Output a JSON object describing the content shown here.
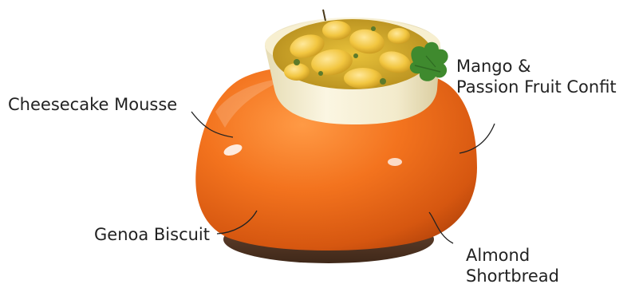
{
  "labels": {
    "cheesecake": "Cheesecake Mousse",
    "mango": [
      "Mango &",
      "Passion Fruit Confit"
    ],
    "genoa": "Genoa Biscuit",
    "almond": [
      "Almond",
      "Shortbread"
    ]
  }
}
